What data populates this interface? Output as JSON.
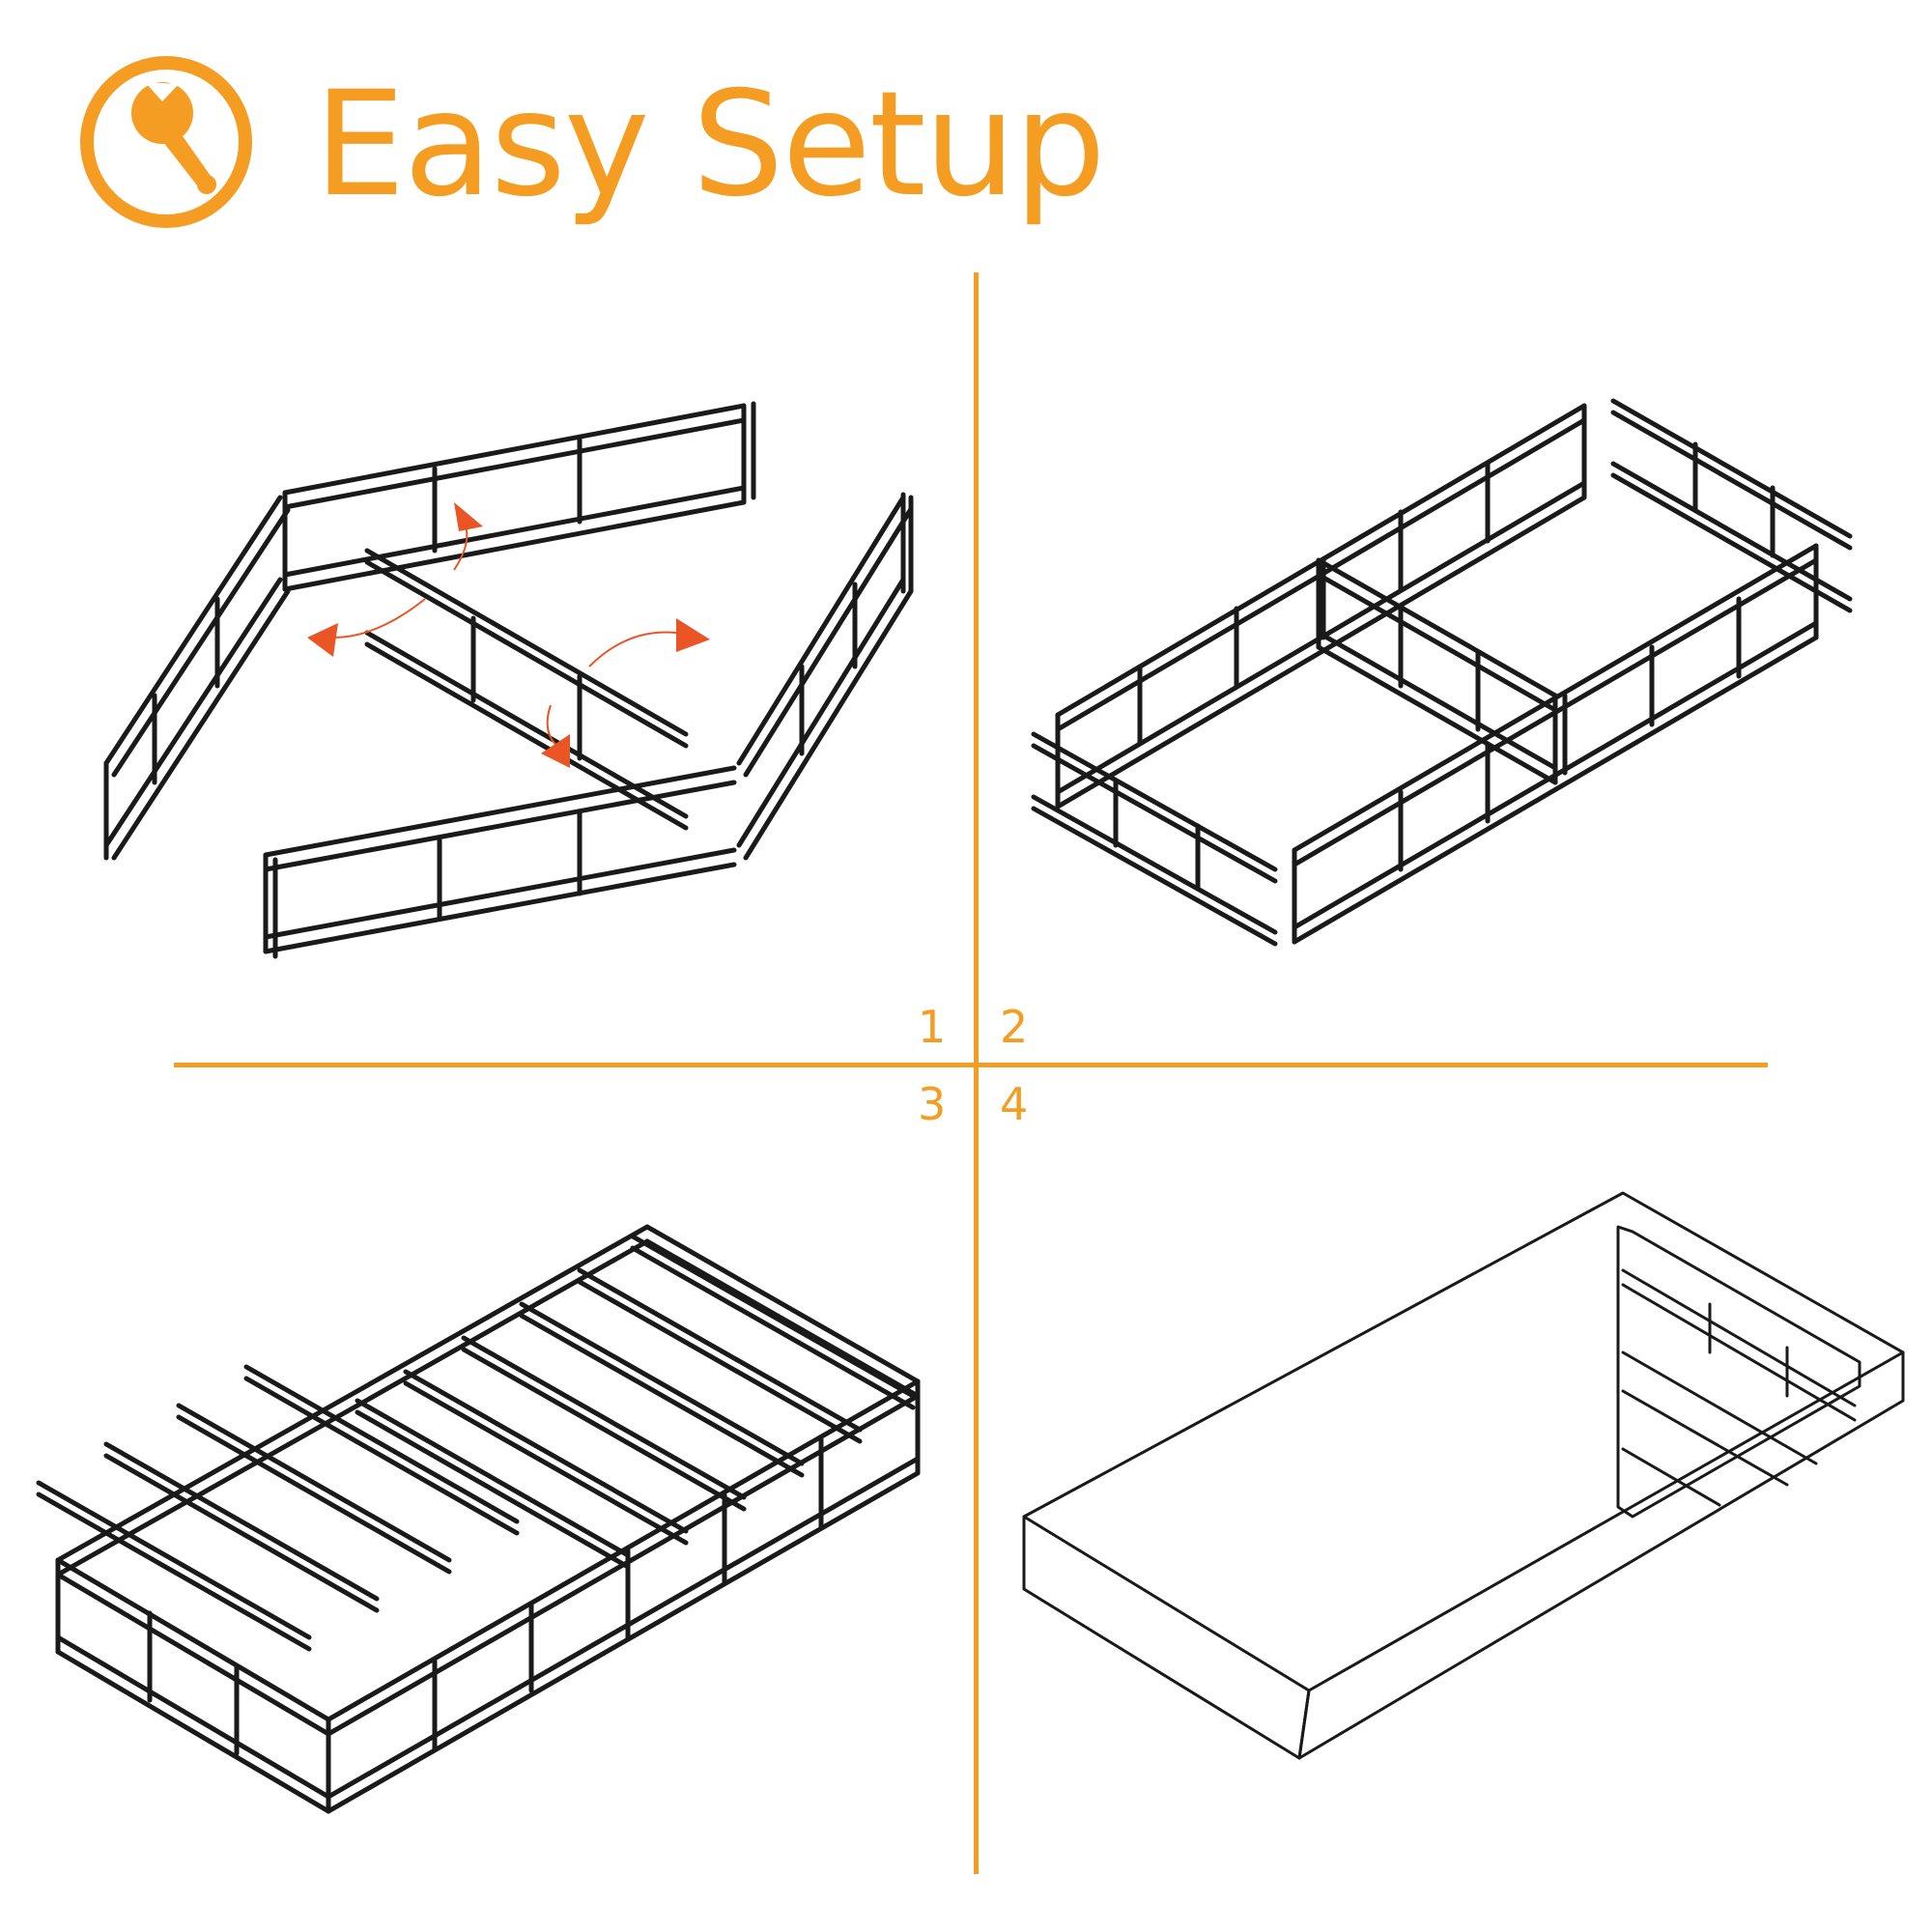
{
  "header": {
    "title": "Easy Setup",
    "icon": "wrench-icon",
    "accent_color": "#F59D22"
  },
  "steps": [
    {
      "number": "1"
    },
    {
      "number": "2"
    },
    {
      "number": "3"
    },
    {
      "number": "4"
    }
  ],
  "colors": {
    "frame": "#1a1a1a",
    "arrow": "#EA5525"
  }
}
